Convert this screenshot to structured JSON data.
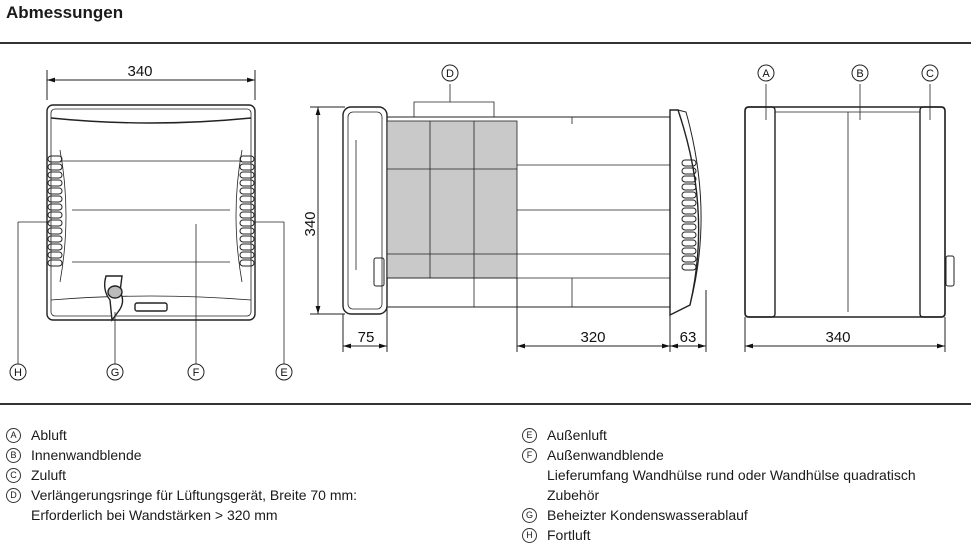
{
  "title": "Abmessungen",
  "dimensions": {
    "front_width": "340",
    "side_height": "340",
    "side_inner": "75",
    "side_depth": "320",
    "side_outer": "63",
    "top_width": "340"
  },
  "callouts": {
    "A": "A",
    "B": "B",
    "C": "C",
    "D": "D",
    "E": "E",
    "F": "F",
    "G": "G",
    "H": "H"
  },
  "legend_left": [
    {
      "key": "A",
      "text": "Abluft"
    },
    {
      "key": "B",
      "text": "Innenwandblende"
    },
    {
      "key": "C",
      "text": "Zuluft"
    },
    {
      "key": "D",
      "text": "Verlängerungsringe für Lüftungsgerät, Breite 70 mm:"
    },
    {
      "key": "",
      "text": "Erforderlich bei Wandstärken > 320 mm"
    }
  ],
  "legend_right": [
    {
      "key": "E",
      "text": "Außenluft"
    },
    {
      "key": "F",
      "text": "Außenwandblende"
    },
    {
      "key": "",
      "text": "Lieferumfang Wandhülse rund oder Wandhülse quadratisch"
    },
    {
      "key": "",
      "text": "Zubehör"
    },
    {
      "key": "G",
      "text": "Beheizter Kondenswasserablauf"
    },
    {
      "key": "H",
      "text": "Fortluft"
    }
  ]
}
